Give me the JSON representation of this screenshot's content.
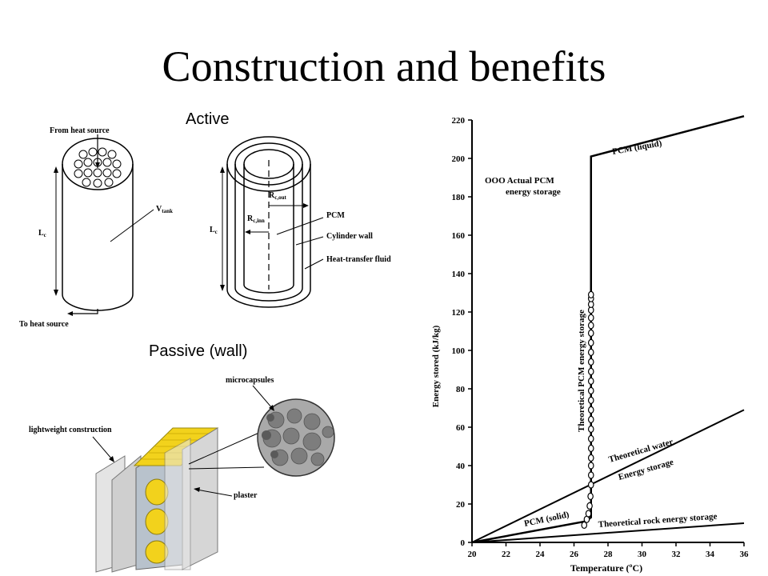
{
  "slide": {
    "title": "Construction and benefits",
    "active_label": "Active",
    "passive_label": "Passive (wall)"
  },
  "active_diagram": {
    "from_heat_source": "From heat source",
    "to_heat_source": "To heat source",
    "v_tank": "V",
    "v_tank_sub": "tank",
    "lc_left": "L",
    "lc_left_sub": "c",
    "lc_right": "L",
    "lc_right_sub": "c",
    "rc_out": "R",
    "rc_out_sub": "c,out",
    "rc_inn": "R",
    "rc_inn_sub": "c,inn",
    "pcm": "PCM",
    "cylinder_wall": "Cylinder wall",
    "heat_transfer_fluid": "Heat-transfer fluid"
  },
  "passive_diagram": {
    "microcapsules": "microcapsules",
    "lightweight_construction": "lightweight construction",
    "plaster": "plaster"
  },
  "chart_data": {
    "type": "line",
    "xlabel": "Temperature (ºC)",
    "ylabel": "Energy stored (kJ/kg)",
    "xlim": [
      20,
      36
    ],
    "ylim": [
      0,
      220
    ],
    "x_ticks": [
      20,
      22,
      24,
      26,
      28,
      30,
      32,
      34,
      36
    ],
    "y_ticks": [
      0,
      20,
      40,
      60,
      80,
      100,
      120,
      140,
      160,
      180,
      200,
      220
    ],
    "grid": false,
    "series": [
      {
        "name": "PCM",
        "x": [
          20,
          26.7,
          27.0,
          27.0,
          36
        ],
        "y": [
          0,
          11,
          13,
          201,
          222
        ]
      },
      {
        "name": "Theoretical water energy storage",
        "x": [
          20,
          36
        ],
        "y": [
          0,
          69
        ]
      },
      {
        "name": "Theoretical rock energy storage",
        "x": [
          20,
          36
        ],
        "y": [
          0,
          10
        ]
      }
    ],
    "actual_points": {
      "x": [
        26.6,
        26.75,
        26.85,
        26.92,
        26.97,
        27.0,
        27.0,
        27.0,
        27.0,
        27.0,
        27.0,
        27.0,
        27.0,
        27.0,
        27.0,
        27.0,
        27.0,
        27.0,
        27.0,
        27.0,
        27.0,
        27.0,
        27.0,
        27.0,
        27.0,
        27.0,
        27.0,
        27.0
      ],
      "y": [
        9,
        12,
        15,
        19,
        24,
        30,
        35,
        40,
        44,
        49,
        54,
        59,
        64,
        69,
        74,
        79,
        84,
        89,
        94,
        99,
        104,
        109,
        113,
        117,
        121,
        124,
        127,
        129
      ]
    },
    "annotations": {
      "pcm_liquid": "PCM (liquid)",
      "pcm_solid": "PCM (solid)",
      "actual_line1": "OOO Actual PCM",
      "actual_line2": "energy storage",
      "theoretical_pcm": "Theoretical PCM energy storage",
      "water_line1": "Theoretical water",
      "water_line2": "Energy storage",
      "rock": "Theoretical rock energy storage"
    },
    "colors": {
      "line": "#000000",
      "background": "#ffffff"
    }
  }
}
